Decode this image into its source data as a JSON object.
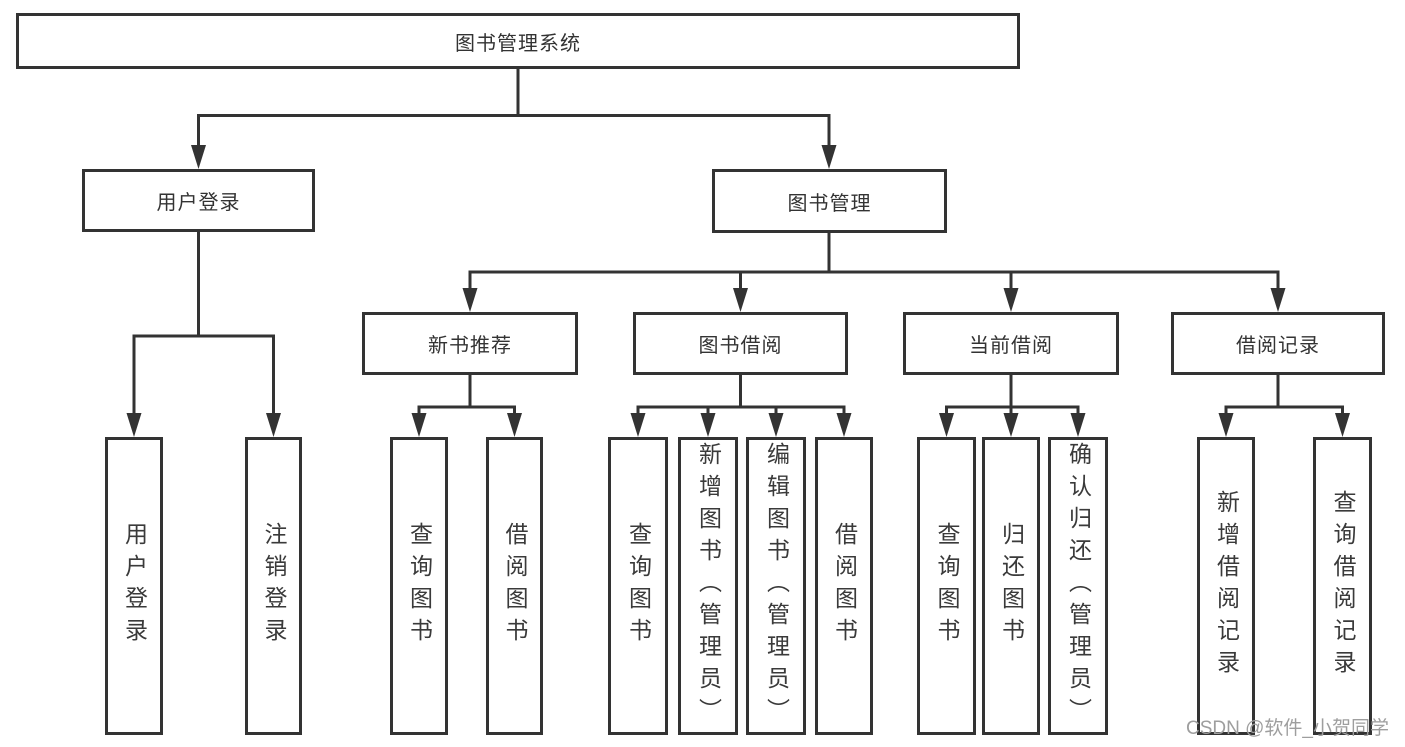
{
  "tree": {
    "root": "图书管理系统",
    "branches": [
      {
        "label": "用户登录",
        "children": [
          "用户登录",
          "注销登录"
        ]
      },
      {
        "label": "图书管理",
        "sections": [
          {
            "label": "新书推荐",
            "children": [
              "查询图书",
              "借阅图书"
            ]
          },
          {
            "label": "图书借阅",
            "children": [
              "查询图书",
              "新增图书（管理员）",
              "编辑图书（管理员）",
              "借阅图书"
            ]
          },
          {
            "label": "当前借阅",
            "children": [
              "查询图书",
              "归还图书",
              "确认归还（管理员）"
            ]
          },
          {
            "label": "借阅记录",
            "children": [
              "新增借阅记录",
              "查询借阅记录"
            ]
          }
        ]
      }
    ]
  },
  "watermark": "CSDN @软件_小贺同学",
  "colors": {
    "line": "#333333",
    "text": "#3a3a3a",
    "watermark": "#9e9e9e",
    "background": "#ffffff"
  }
}
